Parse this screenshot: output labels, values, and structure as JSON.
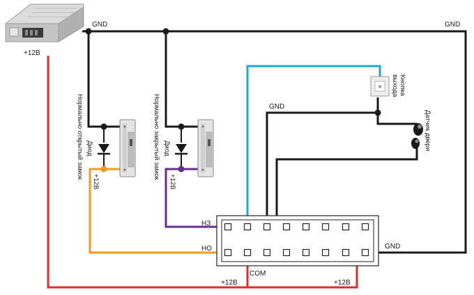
{
  "labels": {
    "psu_plus12": "+12В",
    "gnd_top_left": "GND",
    "gnd_top_right": "GND",
    "gnd_button": "GND",
    "gnd_right": "GND",
    "lock_open_name": "Нормально открытый замок",
    "lock_closed_name": "Нормально закрытый замок",
    "diode_1": "Диод",
    "diode_2": "Диод",
    "plus12_lock1": "+12В",
    "plus12_lock2": "+12В",
    "exit_button_line1": "Кнопка",
    "exit_button_line2": "выхода",
    "door_sensor": "Датчик двери",
    "nc": "НЗ",
    "no": "НО",
    "com": "COM",
    "plus12_bottom_left": "+12В",
    "plus12_bottom_right": "+12В"
  },
  "colors": {
    "gnd_wire": "#1a1a1a",
    "plus12_wire": "#e02b2b",
    "lock_open_wire": "#f39a1e",
    "lock_closed_wire": "#6a2c91",
    "exit_button_wire": "#1ba6e6",
    "terminal_frame": "#222222"
  },
  "icons": {
    "power_supply": "power-supply-unit",
    "lock_open": "electromagnetic-lock",
    "lock_closed": "electromagnetic-lock",
    "exit_button": "exit-button",
    "door_sensor": "magnetic-door-sensor"
  }
}
